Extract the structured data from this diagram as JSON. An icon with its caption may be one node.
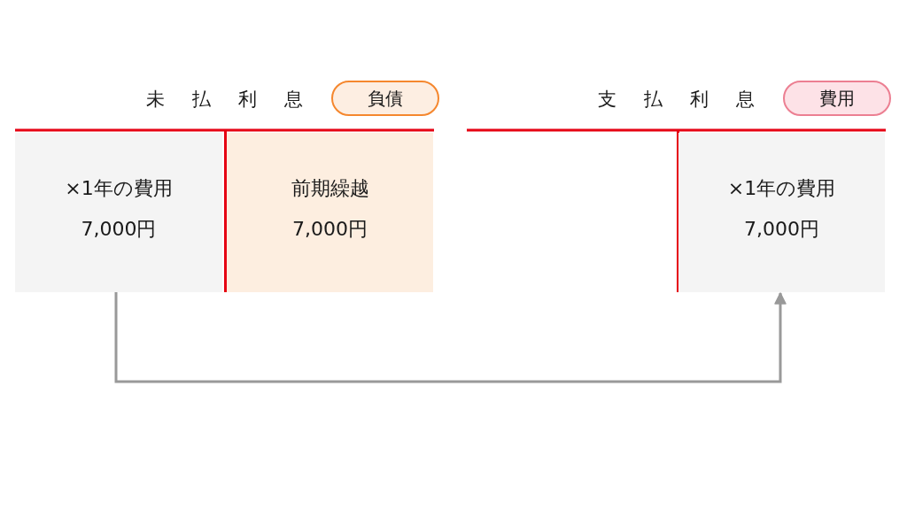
{
  "diagram": {
    "nodes": [
      {
        "text": [
          "未払利息"
        ]
      },
      {
        "text": [
          "負債"
        ],
        "in": 0
      },
      {
        "text": [
          "×1年の費用",
          "7,000円"
        ],
        "in": 0
      },
      {
        "text": [
          "前期繰越",
          "7,000円"
        ],
        "in": 0
      },
      {
        "text": [
          "支払利息"
        ]
      },
      {
        "text": [
          "費用"
        ],
        "in": 4
      },
      {
        "text": [
          "×1年の費用",
          "7,000円"
        ],
        "in": 4
      }
    ],
    "edges": [
      {
        "from": 2,
        "to": 6,
        "arrow": "to"
      }
    ]
  }
}
